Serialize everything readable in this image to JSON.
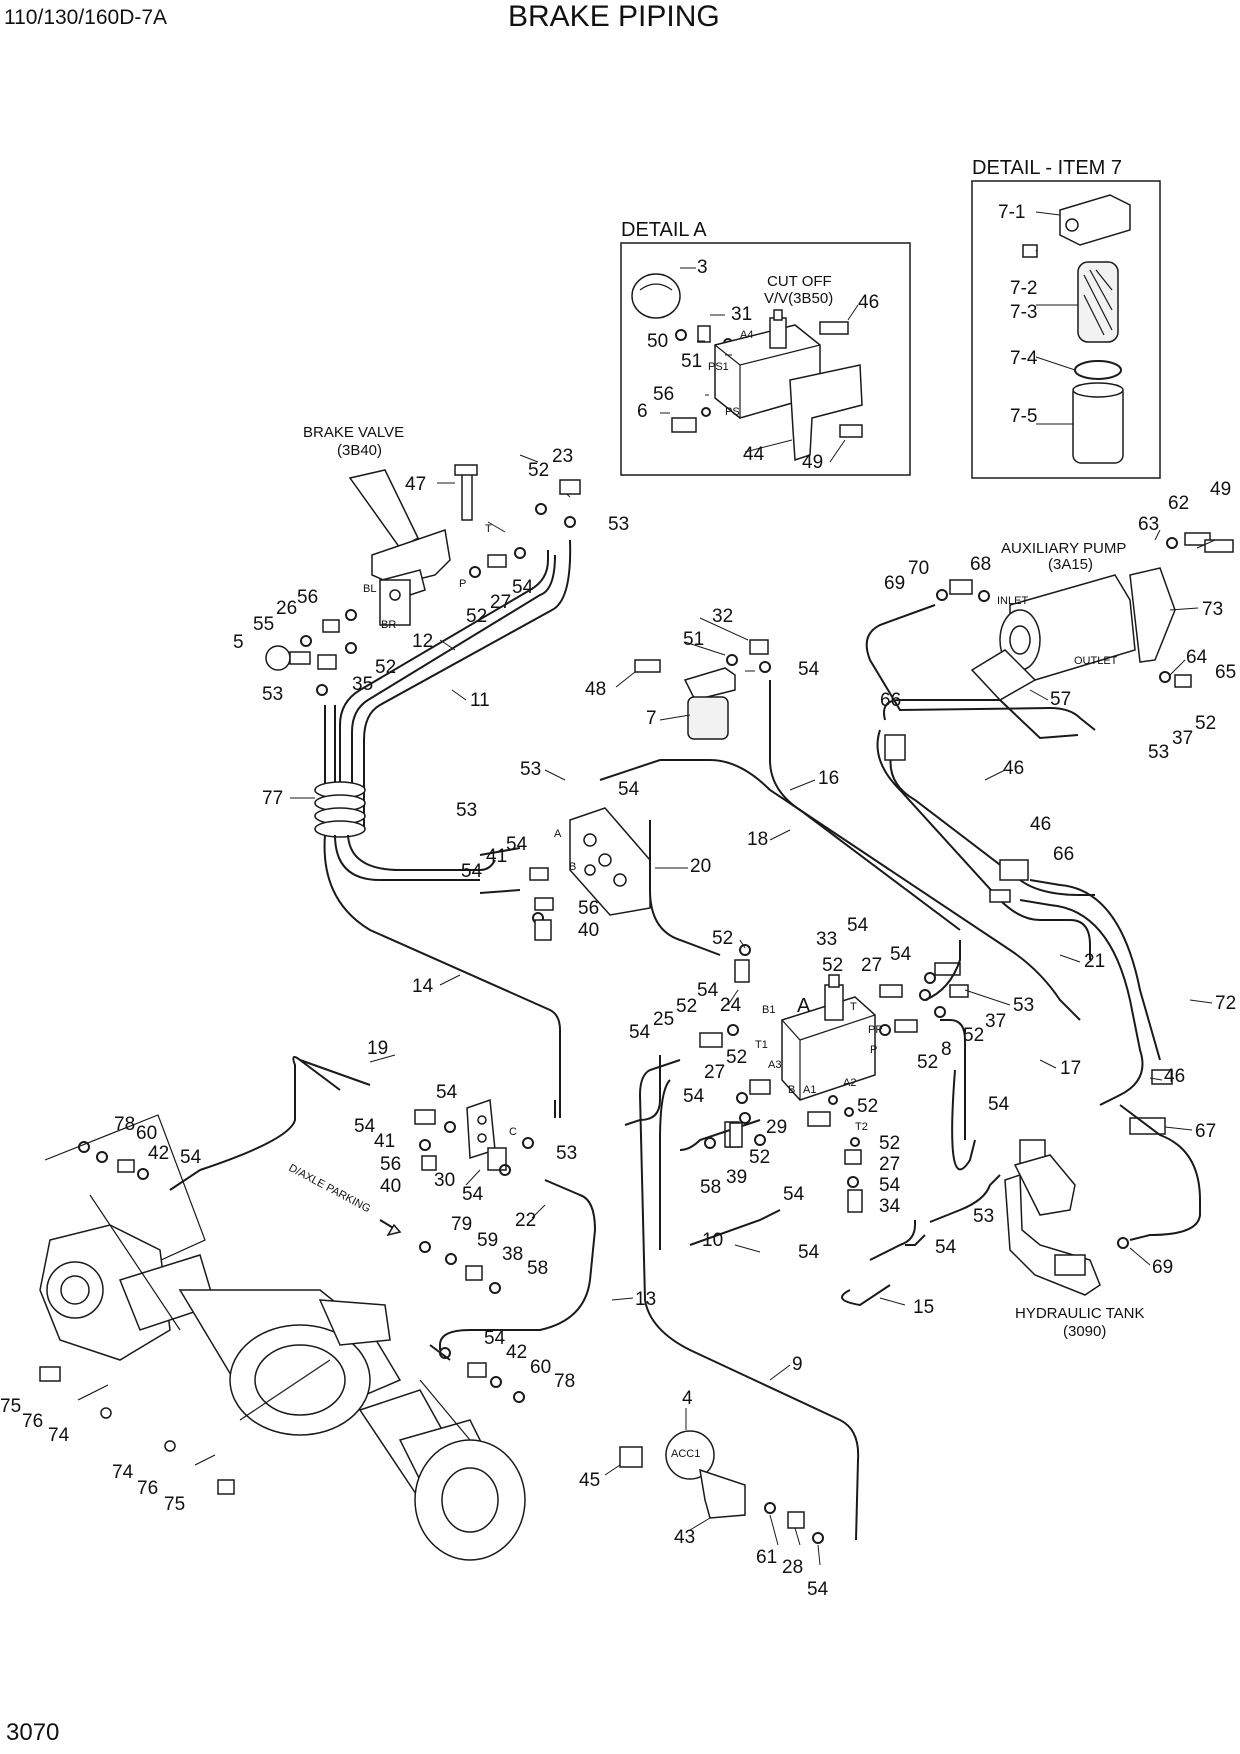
{
  "header": {
    "model": "110/130/160D-7A",
    "title": "BRAKE PIPING"
  },
  "footer": {
    "page_number": "3070"
  },
  "details": {
    "detail_a": {
      "title": "DETAIL A",
      "cut_off_line1": "CUT OFF",
      "cut_off_line2": "V/V(3B50)"
    },
    "detail_item7": {
      "title": "DETAIL - ITEM 7"
    }
  },
  "notes": {
    "brake_valve_line1": "BRAKE VALVE",
    "brake_valve_line2": "(3B40)",
    "aux_pump_line1": "AUXILIARY PUMP",
    "aux_pump_line2": "(3A15)",
    "inlet": "INLET",
    "outlet": "OUTLET",
    "hyd_tank_line1": "HYDRAULIC TANK",
    "hyd_tank_line2": "(3090)",
    "axle_parking": "D/AXLE PARKING",
    "acc1": "ACC1",
    "label_a_main": "A"
  },
  "ports": {
    "a4": "A4",
    "ps1": "PS1",
    "ps": "PS",
    "bl": "BL",
    "br": "BR",
    "t_valve": "T",
    "p_valve": "P",
    "a_block": "A",
    "b_block": "B",
    "c_block": "C",
    "b1": "B1",
    "t1": "T1",
    "a3": "A3",
    "b_main": "B",
    "a1": "A1",
    "a2": "A2",
    "t2": "T2",
    "t_main": "T",
    "pp": "PP",
    "p_main": "P"
  },
  "part_numbers": {
    "p3": "3",
    "p31": "31",
    "p46a": "46",
    "p50": "50",
    "p51a": "51",
    "p56a": "56",
    "p6": "6",
    "p44": "44",
    "p49a": "49",
    "p7_1": "7-1",
    "p7_2": "7-2",
    "p7_3": "7-3",
    "p7_4": "7-4",
    "p7_5": "7-5",
    "p47": "47",
    "p52a": "52",
    "p23": "23",
    "p53a": "53",
    "p56b": "56",
    "p26": "26",
    "p55": "55",
    "p5": "5",
    "p35": "35",
    "p52b": "52",
    "p53b": "53",
    "p27a": "27",
    "p54a": "54",
    "p52c": "52",
    "p12": "12",
    "p11": "11",
    "p77": "77",
    "p32": "32",
    "p51b": "51",
    "p54b": "54",
    "p48": "48",
    "p7": "7",
    "p62": "62",
    "p49b": "49",
    "p63": "63",
    "p68": "68",
    "p70": "70",
    "p69a": "69",
    "p73": "73",
    "p64": "64",
    "p65": "65",
    "p57": "57",
    "p52d": "52",
    "p37a": "37",
    "p53c": "53",
    "p66a": "66",
    "p46b": "46",
    "p46c": "46",
    "p66b": "66",
    "p53d": "53",
    "p54c": "54",
    "p53e": "53",
    "p54d": "54",
    "p41a": "41",
    "p54e": "54",
    "p56c": "56",
    "p40a": "40",
    "p20": "20",
    "p16": "16",
    "p18": "18",
    "p14": "14",
    "p21": "21",
    "p72": "72",
    "p52e": "52",
    "p54f": "54",
    "p24": "24",
    "p33": "33",
    "p54g": "54",
    "p52f": "52",
    "p27b": "27",
    "p54h": "54",
    "p53f": "53",
    "p37b": "37",
    "p52g": "52",
    "p8": "8",
    "p52h": "52",
    "p54i": "54",
    "p25": "25",
    "p52i": "52",
    "p27c": "27",
    "p52j": "52",
    "p17": "17",
    "p54j": "54",
    "p52k": "52",
    "p29": "29",
    "p52l": "52",
    "p27d": "27",
    "p54k": "54",
    "p34": "34",
    "p19": "19",
    "p54l": "54",
    "p54m": "54",
    "p41b": "41",
    "p56d": "56",
    "p40b": "40",
    "p30": "30",
    "p54n": "54",
    "p53g": "53",
    "p78a": "78",
    "p60a": "60",
    "p42a": "42",
    "p54o": "54",
    "p79": "79",
    "p59": "59",
    "p38": "38",
    "p58a": "58",
    "p22": "22",
    "p39": "39",
    "p58b": "58",
    "p52m": "52",
    "p54p": "54",
    "p53h": "53",
    "p46d": "46",
    "p67": "67",
    "p54q": "54",
    "p54r": "54",
    "p10": "10",
    "p15": "15",
    "p69b": "69",
    "p13": "13",
    "p54s": "54",
    "p42b": "42",
    "p60b": "60",
    "p78b": "78",
    "p9": "9",
    "p75a": "75",
    "p76a": "76",
    "p74a": "74",
    "p74b": "74",
    "p76b": "76",
    "p75b": "75",
    "p4": "4",
    "p45": "45",
    "p43": "43",
    "p61": "61",
    "p28": "28",
    "p54t": "54"
  }
}
